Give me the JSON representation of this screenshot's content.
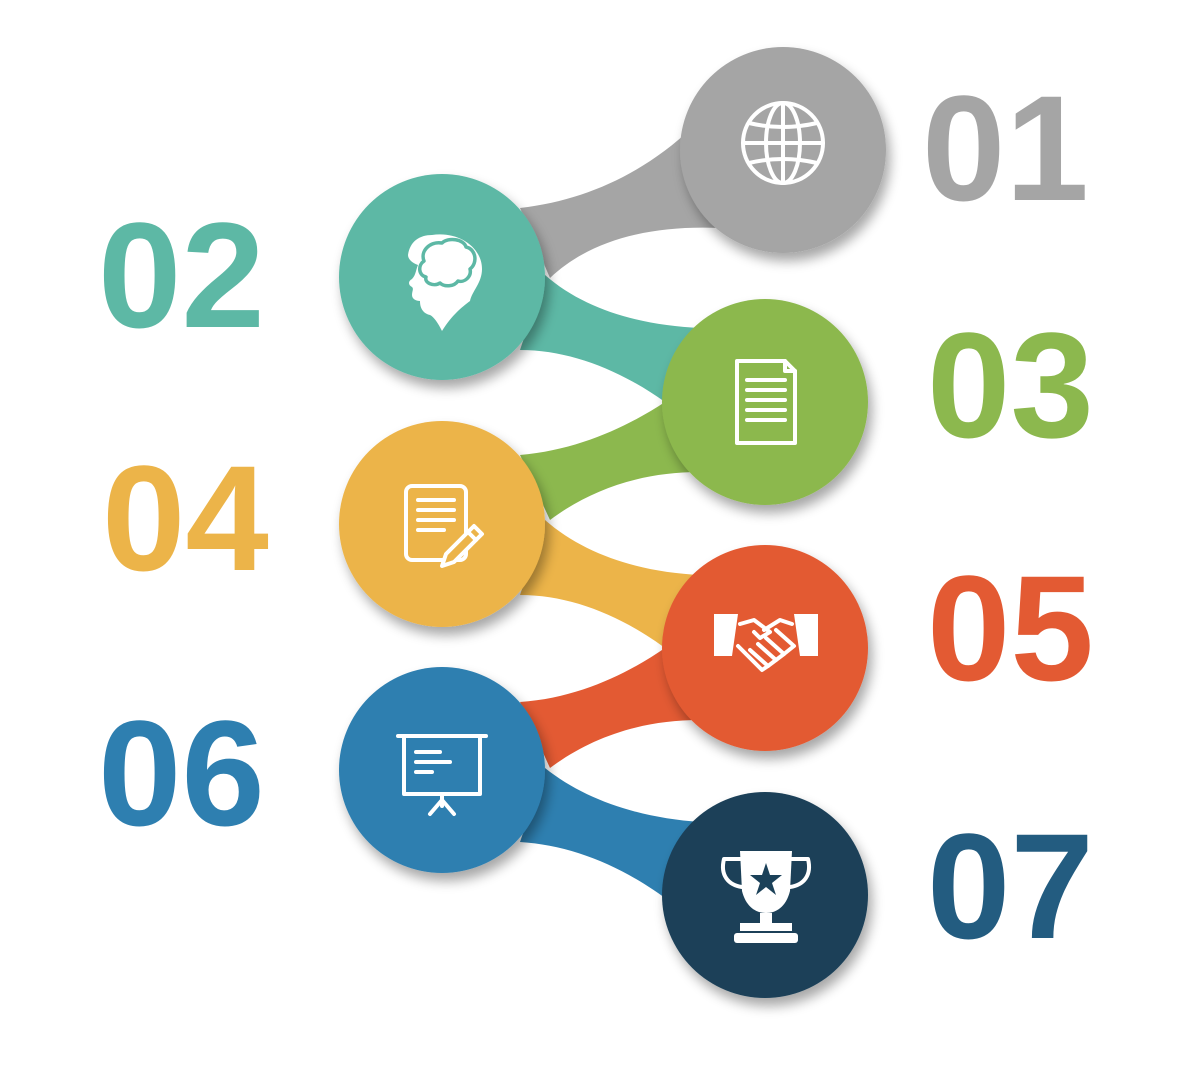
{
  "steps": [
    {
      "number": "01",
      "color": "#A5A5A5",
      "icon": "globe-icon",
      "side": "right"
    },
    {
      "number": "02",
      "color": "#5DB8A5",
      "icon": "head-brain-icon",
      "side": "left"
    },
    {
      "number": "03",
      "color": "#8CB84E",
      "icon": "document-icon",
      "side": "right"
    },
    {
      "number": "04",
      "color": "#ECB449",
      "icon": "edit-document-icon",
      "side": "left"
    },
    {
      "number": "05",
      "color": "#E35A33",
      "icon": "handshake-icon",
      "side": "right"
    },
    {
      "number": "06",
      "color": "#2E7FB0",
      "icon": "presentation-board-icon",
      "side": "left"
    },
    {
      "number": "07",
      "color": "#1B4159",
      "icon": "trophy-icon",
      "side": "right"
    }
  ],
  "number_colors": [
    "#A5A5A5",
    "#5DB8A5",
    "#8CB84E",
    "#ECB449",
    "#E35A33",
    "#2E7FB0",
    "#235C80"
  ]
}
